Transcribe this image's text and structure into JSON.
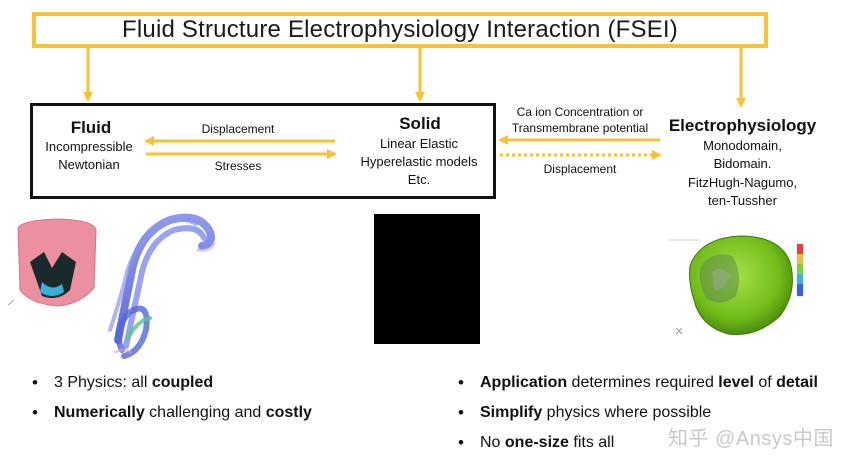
{
  "title": "Fluid Structure Electrophysiology Interaction (FSEI)",
  "fluid": {
    "heading": "Fluid",
    "line1": "Incompressible",
    "line2": "Newtonian"
  },
  "solid": {
    "heading": "Solid",
    "line1": "Linear Elastic",
    "line2": "Hyperelastic models",
    "line3": "Etc."
  },
  "electrophysiology": {
    "heading": "Electrophysiology",
    "line1": "Monodomain,",
    "line2": "Bidomain.",
    "line3": "FitzHugh-Nagumo,",
    "line4": "ten-Tussher"
  },
  "arrows": {
    "fluid_solid_top": "Displacement",
    "fluid_solid_bottom": "Stresses",
    "ep_solid_top_line1": "Ca ion Concentration or",
    "ep_solid_top_line2": "Transmembrane potential",
    "ep_solid_bottom": "Displacement"
  },
  "bullets_left": [
    {
      "parts": [
        {
          "t": "3 Physics: all ",
          "b": false
        },
        {
          "t": "coupled",
          "b": true
        }
      ]
    },
    {
      "parts": [
        {
          "t": "Numerically",
          "b": true
        },
        {
          "t": " challenging and ",
          "b": false
        },
        {
          "t": "costly",
          "b": true
        }
      ]
    }
  ],
  "bullets_right": [
    {
      "parts": [
        {
          "t": "Application",
          "b": true
        },
        {
          "t": " determines required ",
          "b": false
        },
        {
          "t": "level",
          "b": true
        },
        {
          "t": " of ",
          "b": false
        },
        {
          "t": "detail",
          "b": true
        }
      ]
    },
    {
      "parts": [
        {
          "t": "Simplify",
          "b": true
        },
        {
          "t": " physics where possible",
          "b": false
        }
      ]
    },
    {
      "parts": [
        {
          "t": "No ",
          "b": false
        },
        {
          "t": "one-size",
          "b": true
        },
        {
          "t": " fits all",
          "b": false
        }
      ]
    }
  ],
  "watermark": "知乎 @Ansys中国",
  "colors": {
    "accent_gold": "#f5c23a",
    "heart_green": "#7dc61e",
    "sleeve_pink": "#e88a9c",
    "flow_blue": "#5b6ee0"
  }
}
